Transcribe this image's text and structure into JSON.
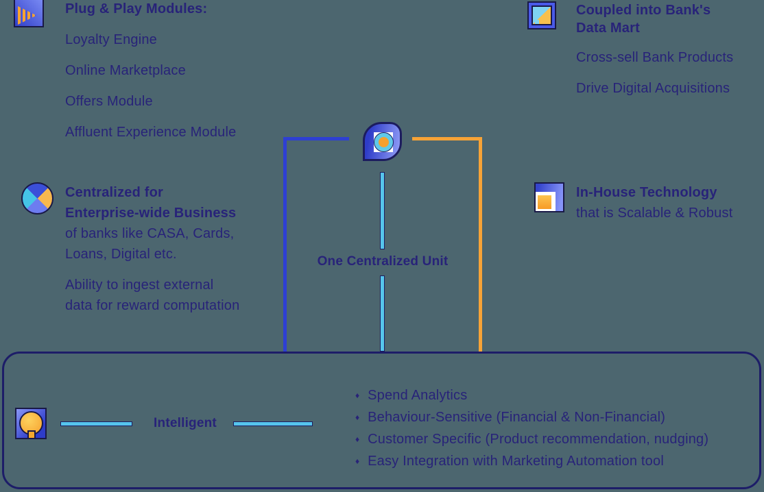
{
  "background": "#4c666f",
  "colors": {
    "text_navy": "#282379",
    "royal_blue_line": "#2e3fd3",
    "cyan_line": "#56c5ec",
    "orange_line": "#f7a337",
    "box_border_navy": "#1d1d68"
  },
  "plug_play": {
    "icon": "play-stripes-icon",
    "heading": "Plug & Play Modules:",
    "items": [
      "Loyalty Engine",
      "Online Marketplace",
      "Offers Module",
      "Affluent Experience Module"
    ]
  },
  "data_mart": {
    "icon": "data-mart-icon",
    "heading_line1": "Coupled into Bank's",
    "heading_line2": "Data Mart",
    "items": [
      "Cross-sell Bank Products",
      "Drive Digital Acquisitions"
    ]
  },
  "centralized": {
    "icon": "centralized-circle-icon",
    "heading_line1": "Centralized for",
    "heading_line2": "Enterprise-wide Business",
    "body_line1": "of banks like CASA, Cards,",
    "body_line2": "Loans, Digital etc.",
    "note_line1": "Ability to ingest external",
    "note_line2": "data for reward computation"
  },
  "inhouse": {
    "icon": "in-house-tech-icon",
    "heading": "In-House Technology",
    "body": "that is Scalable & Robust"
  },
  "center_unit": {
    "icon": "centralized-unit-icon",
    "label": "One Centralized Unit"
  },
  "intelligent": {
    "icon": "lightbulb-icon",
    "label": "Intelligent",
    "bullet_char": "♦",
    "bullets": [
      "Spend Analytics",
      "Behaviour-Sensitive (Financial & Non-Financial)",
      "Customer Specific (Product recommendation, nudging)",
      "Easy Integration with Marketing Automation tool"
    ]
  }
}
